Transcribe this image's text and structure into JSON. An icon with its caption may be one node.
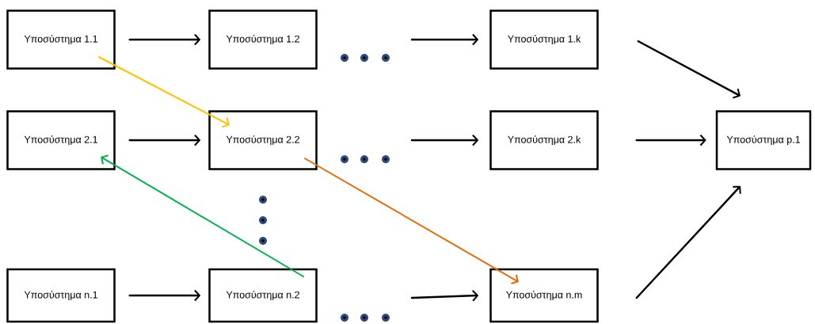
{
  "diagram": {
    "nodes": [
      {
        "text": [
          "Υποσύστημα 1.1"
        ]
      },
      {
        "text": [
          "Υποσύστημα 1.2"
        ]
      },
      {
        "text": [
          "Υποσύστημα 1.k"
        ]
      },
      {
        "text": [
          "Υποσύστημα 2.1"
        ]
      },
      {
        "text": [
          "Υποσύστημα 2.2"
        ]
      },
      {
        "text": [
          "Υποσύστημα 2.k"
        ]
      },
      {
        "text": [
          "Υποσύστημα p.1"
        ]
      },
      {
        "text": [
          "Υποσύστημα n.1"
        ]
      },
      {
        "text": [
          "Υποσύστημα n.2"
        ]
      },
      {
        "text": [
          "Υποσύστημα n.m"
        ]
      }
    ],
    "edges": [
      {
        "from": 0,
        "to": 1,
        "arrow": "to"
      },
      {
        "from": null,
        "to": 2,
        "arrow": "to"
      },
      {
        "from": 2,
        "to": 6,
        "arrow": "to"
      },
      {
        "from": 3,
        "to": 4,
        "arrow": "to"
      },
      {
        "from": null,
        "to": 5,
        "arrow": "to"
      },
      {
        "from": 5,
        "to": 6,
        "arrow": "to"
      },
      {
        "from": 7,
        "to": 8,
        "arrow": "to"
      },
      {
        "from": null,
        "to": 9,
        "arrow": "to"
      },
      {
        "from": 9,
        "to": 6,
        "arrow": "to"
      },
      {
        "from": 0,
        "to": 4,
        "arrow": "to",
        "color": "#ffc000"
      },
      {
        "from": 4,
        "to": 9,
        "arrow": "to",
        "color": "#e46c0a"
      },
      {
        "from": 8,
        "to": 3,
        "arrow": "to",
        "color": "#00b050"
      }
    ]
  }
}
